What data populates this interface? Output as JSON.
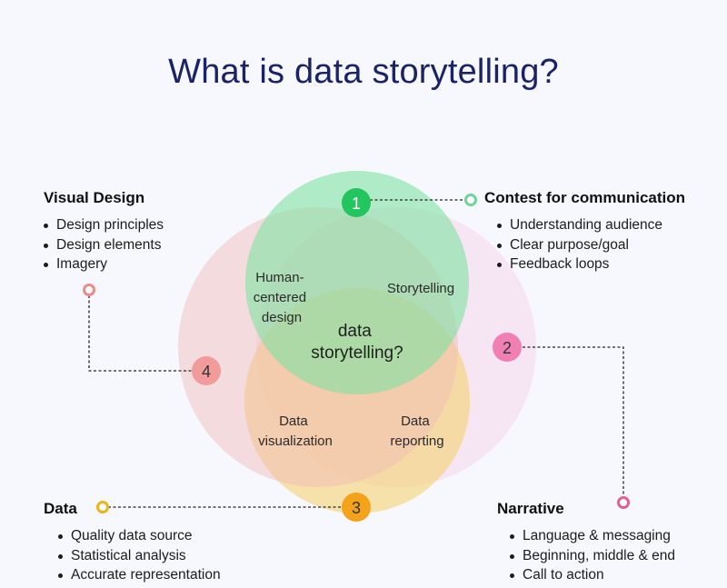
{
  "title": "What is data storytelling?",
  "center": [
    "data",
    "storytelling?"
  ],
  "circles": [
    {
      "id": "1",
      "color": "#7fe3a1",
      "badge_color": "#22c55e",
      "badge_text_dark": false
    },
    {
      "id": "2",
      "color": "#f7cfe6",
      "badge_color": "#f07fb3",
      "badge_text_dark": true
    },
    {
      "id": "3",
      "color": "#f5d272",
      "badge_color": "#f5a21b",
      "badge_text_dark": true
    },
    {
      "id": "4",
      "color": "#f2b8b8",
      "badge_color": "#f29b9b",
      "badge_text_dark": true
    }
  ],
  "overlaps": {
    "visual_context": [
      "Human-",
      "centered",
      "design"
    ],
    "context_narrative": [
      "Storytelling"
    ],
    "visual_data": [
      "Data",
      "visualization"
    ],
    "narrative_data": [
      "Data",
      "reporting"
    ]
  },
  "sections": {
    "visual_design": {
      "heading": "Visual Design",
      "items": [
        "Design principles",
        "Design elements",
        "Imagery"
      ],
      "connector_color": "#f08a8a"
    },
    "context": {
      "heading": "Contest for communication",
      "items": [
        "Understanding audience",
        "Clear purpose/goal",
        "Feedback loops"
      ],
      "connector_color": "#6fd597"
    },
    "data": {
      "heading": "Data",
      "items": [
        "Quality data source",
        "Statistical analysis",
        "Accurate representation"
      ],
      "connector_color": "#f0b21b"
    },
    "narrative": {
      "heading": "Narrative",
      "items": [
        "Language & messaging",
        "Beginning, middle & end",
        "Call to action"
      ],
      "connector_color": "#e0608f"
    }
  }
}
